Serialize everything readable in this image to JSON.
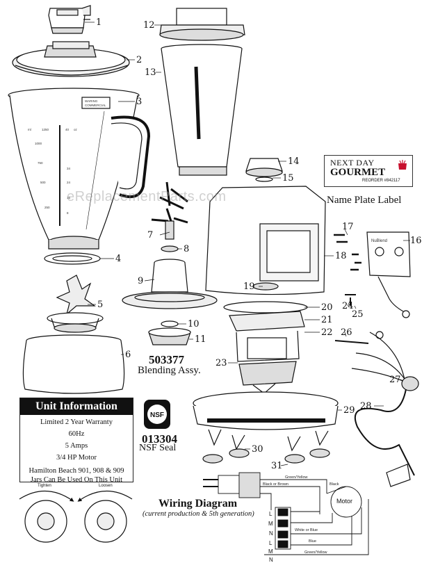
{
  "callouts": [
    "1",
    "2",
    "3",
    "4",
    "5",
    "6",
    "7",
    "8",
    "9",
    "10",
    "11",
    "12",
    "13",
    "14",
    "15",
    "16",
    "17",
    "18",
    "19",
    "20",
    "21",
    "22",
    "23",
    "24",
    "25",
    "26",
    "27",
    "28",
    "29",
    "30",
    "31"
  ],
  "jar": {
    "brand": "WARING",
    "model": "COMMERCIAL",
    "ml_scale": [
      "1250",
      "1000",
      "750",
      "500",
      "250"
    ],
    "oz_scale": [
      "40",
      "34",
      "24",
      "16",
      "8"
    ],
    "ml_label": "ml",
    "oz_label": "oz"
  },
  "watermark": "eReplacementParts.com",
  "blending_assy": {
    "part_number": "503377",
    "name": "Blending Assy."
  },
  "name_plate": {
    "title": "Name Plate Label",
    "label_top": "NEXT DAY",
    "label_brand": "GOURMET",
    "label_reorder": "REORDER #842117"
  },
  "switch_label": "NuBlend",
  "nsf": {
    "badge": "NSF",
    "part_number": "013304",
    "name": "NSF Seal"
  },
  "unit_info": {
    "title": "Unit Information",
    "lines": [
      "Limited 2 Year Warranty",
      "60Hz",
      "5 Amps",
      "3/4 HP Motor",
      "Hamilton Beach 901, 908 & 909",
      "Jars Can Be Used On This Unit"
    ]
  },
  "tighten_label": "Tighten",
  "loosen_label": "Loosen",
  "wiring": {
    "title": "Wiring Diagram",
    "subtitle": "(current production & 5th generation)",
    "wire_labels": [
      "Green/Yellow",
      "Black or Brown",
      "Black",
      "White or Blue",
      "Blue",
      "Green/Yellow"
    ],
    "terminals_top": [
      "L",
      "M",
      "N"
    ],
    "terminals_bottom": [
      "L",
      "M",
      "N"
    ],
    "motor": "Motor"
  },
  "colors": {
    "line": "#111111",
    "box_header": "#111111",
    "logo_red": "#c8102e"
  }
}
